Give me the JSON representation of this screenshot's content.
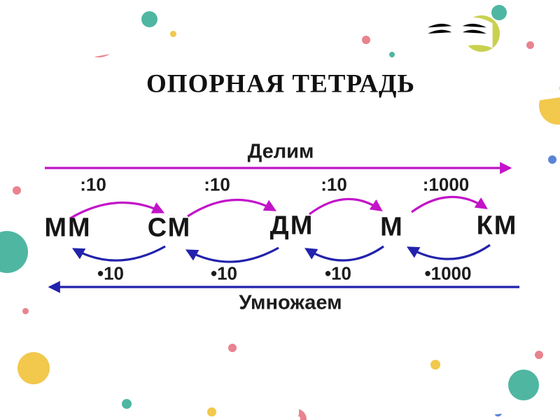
{
  "slide": {
    "title": "ОПОРНАЯ ТЕТРАДЬ"
  },
  "diagram": {
    "divide_label": "Делим",
    "multiply_label": "Умножаем",
    "units": [
      "ММ",
      "СМ",
      "ДМ",
      "М",
      "КМ"
    ],
    "divide_factors": [
      ":10",
      ":10",
      ":10",
      ":1000"
    ],
    "multiply_factors": [
      "•10",
      "•10",
      "•10",
      "•1000"
    ],
    "colors": {
      "divide_arrow": "#c213c9",
      "multiply_arrow": "#2222ac",
      "text": "#1c1c1c"
    }
  },
  "decor": {
    "palette": {
      "pink": "#e9838f",
      "teal": "#4fb6a2",
      "yellow": "#f2c84d",
      "olive": "#c9d14f",
      "blue": "#5b84d6"
    }
  }
}
